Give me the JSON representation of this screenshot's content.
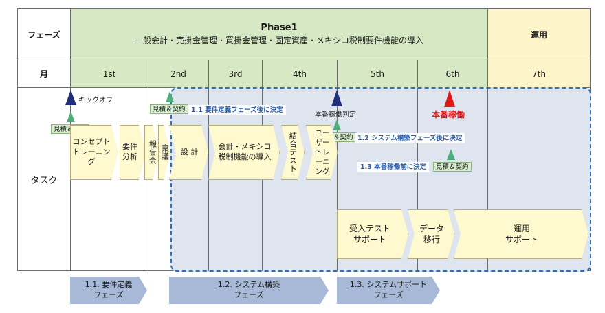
{
  "header": {
    "phase_label": "フェーズ",
    "phase1_title": "Phase1",
    "phase1_desc": "一般会計・売掛金管理・買掛金管理・固定資産・メキシコ税制要件機能の導入",
    "operation_label": "運用"
  },
  "months": {
    "label": "月",
    "items": [
      "1st",
      "2nd",
      "3rd",
      "4th",
      "5th",
      "6th",
      "7th"
    ]
  },
  "task_label": "タスク",
  "milestones": {
    "kickoff": "キックオフ",
    "go_live_decision": "本番稼働判定",
    "go_live": "本番稼働",
    "estimate_badge": "見積＆契約"
  },
  "notes": {
    "n1": "1.1 要件定義フェーズ後に決定",
    "n2": "1.2 システム構築フェーズ後に決定",
    "n3": "1.3 本番稼働前に決定"
  },
  "tasks": [
    {
      "id": "concept",
      "label": "コンセプト\nトレーニング"
    },
    {
      "id": "req",
      "label": "要件\n分析"
    },
    {
      "id": "report",
      "label": "報告会"
    },
    {
      "id": "approval",
      "label": "稟議"
    },
    {
      "id": "design",
      "label": "設 計"
    },
    {
      "id": "dev",
      "label": "会計・メキシコ\n税制機能の導入"
    },
    {
      "id": "integ",
      "label": "結合テスト"
    },
    {
      "id": "user",
      "label": "ユーザー\nトレーニング"
    },
    {
      "id": "uat",
      "label": "受入テスト\nサポート"
    },
    {
      "id": "migration",
      "label": "データ\n移行"
    },
    {
      "id": "ops",
      "label": "運用\nサポート"
    }
  ],
  "bottom_phases": [
    {
      "label": "1.1. 要件定義\nフェーズ"
    },
    {
      "label": "1.2. システム構築\nフェーズ"
    },
    {
      "label": "1.3. システムサポート\nフェーズ"
    }
  ],
  "colors": {
    "phase_green": "#d7e8c5",
    "operation_yellow": "#fdf4c9",
    "region_blue": "#dfe5ef",
    "dashed_blue": "#2f6fc0",
    "marker_navy": "#1f2f7a",
    "marker_green": "#4caf7a",
    "go_live_red": "#e01818",
    "note_blue": "#2b5fa8"
  }
}
